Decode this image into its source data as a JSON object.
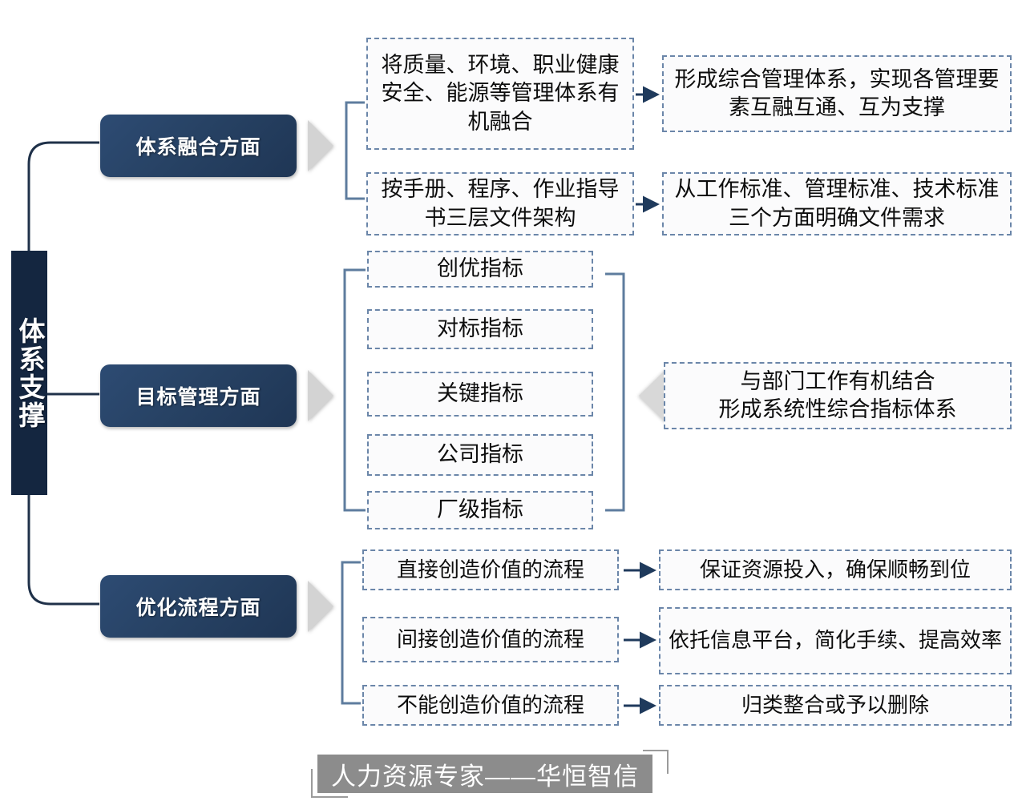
{
  "diagram": {
    "spine": {
      "label": "体系支撑"
    },
    "colors": {
      "spine_navy": "#142640",
      "pill_blue": "#274264",
      "dashed_border": "#6b86a9",
      "arrow_navy": "#1f3a5c",
      "bracket_blue": "#5e7c9e",
      "triangle_gray": "#d3d3d3",
      "footer_gray": "#8c8c8c"
    },
    "groups": [
      {
        "pill": "体系融合方面",
        "rows": [
          {
            "source": "将质量、环境、职业健康安全、能源等管理体系有机融合",
            "result": "形成综合管理体系，实现各管理要素互融互通、互为支撑"
          },
          {
            "source": "按手册、程序、作业指导书三层文件架构",
            "result": "从工作标准、管理标准、技术标准三个方面明确文件需求"
          }
        ]
      },
      {
        "pill": "目标管理方面",
        "indicators": [
          "创优指标",
          "对标指标",
          "关键指标",
          "公司指标",
          "厂级指标"
        ],
        "result": "与部门工作有机结合\n形成系统性综合指标体系"
      },
      {
        "pill": "优化流程方面",
        "rows": [
          {
            "source": "直接创造价值的流程",
            "result": "保证资源投入，确保顺畅到位"
          },
          {
            "source": "间接创造价值的流程",
            "result": "依托信息平台，简化手续、提高效率"
          },
          {
            "source": "不能创造价值的流程",
            "result": "归类整合或予以删除"
          }
        ]
      }
    ],
    "footer": {
      "text": "人力资源专家——华恒智信"
    }
  }
}
